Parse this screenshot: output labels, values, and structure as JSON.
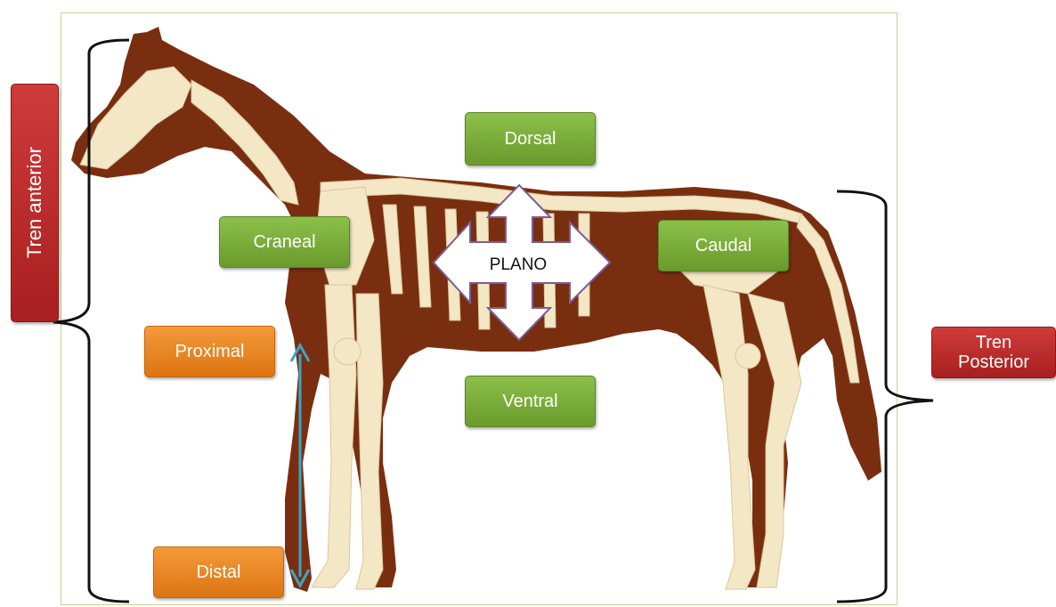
{
  "labels": {
    "dorsal": "Dorsal",
    "ventral": "Ventral",
    "craneal": "Craneal",
    "caudal": "Caudal",
    "proximal": "Proximal",
    "distal": "Distal",
    "plano": "PLANO",
    "tren_anterior": "Tren anterior",
    "tren_posterior_line1": "Tren",
    "tren_posterior_line2": "Posterior"
  },
  "colors": {
    "green_label": "#7aac3a",
    "orange_label": "#ea8524",
    "red_label": "#b92a2a",
    "horse_coat": "#7a2e10",
    "bone": "#f3e7c6",
    "arrow_line": "#3aa6c4",
    "plano_arrow_border": "#7a5c9a"
  }
}
